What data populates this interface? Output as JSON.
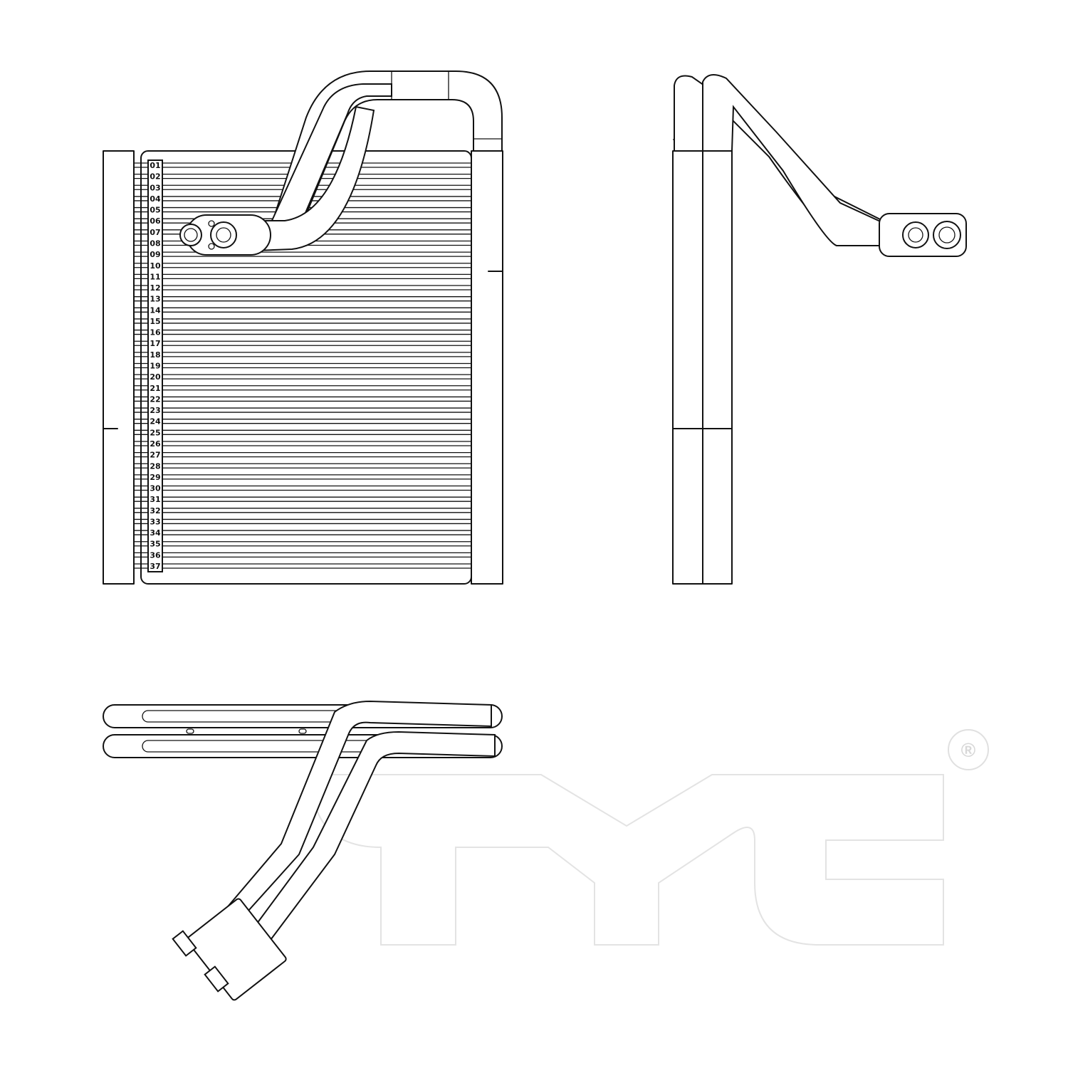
{
  "drawing": {
    "views": [
      "front-view",
      "side-view",
      "top-view"
    ],
    "tube_labels": [
      "01",
      "02",
      "03",
      "04",
      "05",
      "06",
      "07",
      "08",
      "09",
      "10",
      "11",
      "12",
      "13",
      "14",
      "15",
      "16",
      "17",
      "18",
      "19",
      "20",
      "21",
      "22",
      "23",
      "24",
      "25",
      "26",
      "27",
      "28",
      "29",
      "30",
      "31",
      "32",
      "33",
      "34",
      "35",
      "36",
      "37"
    ]
  },
  "watermark": {
    "logo_text": "TYC",
    "registered_mark": "®",
    "color": "#e6e6e6"
  }
}
